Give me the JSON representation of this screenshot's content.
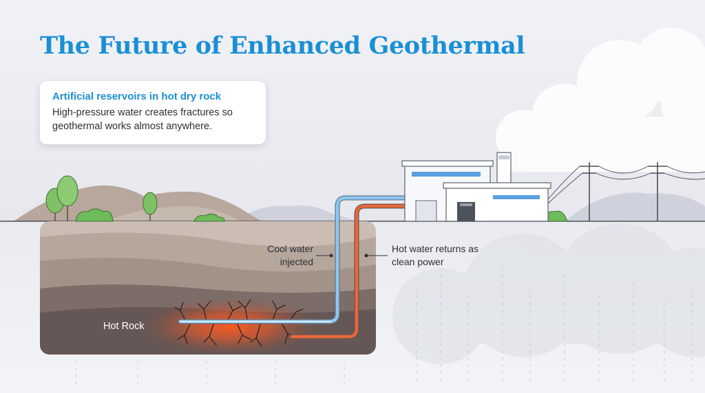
{
  "title": "The Future of Enhanced Geothermal",
  "info_card": {
    "heading": "Artificial reservoirs in hot dry rock",
    "body": "High-pressure water creates fractures so geothermal works almost anywhere."
  },
  "labels": {
    "cool_water": "Cool water injected",
    "hot_water": "Hot water returns as clean power",
    "hot_rock": "Hot Rock"
  },
  "colors": {
    "title": "#1b8fd6",
    "cool_pipe": "#8ec7f2",
    "hot_pipe": "#e8683a",
    "hot_rock_glow": "#ff5a1f",
    "ground_line": "#4a4f57",
    "tree_green": "#6dbb5a"
  },
  "icons": [
    "power-plant-icon",
    "smokestack-icon",
    "utility-pole-icon",
    "tree-icon",
    "bush-icon",
    "cloud-icon",
    "fracture-icon"
  ]
}
